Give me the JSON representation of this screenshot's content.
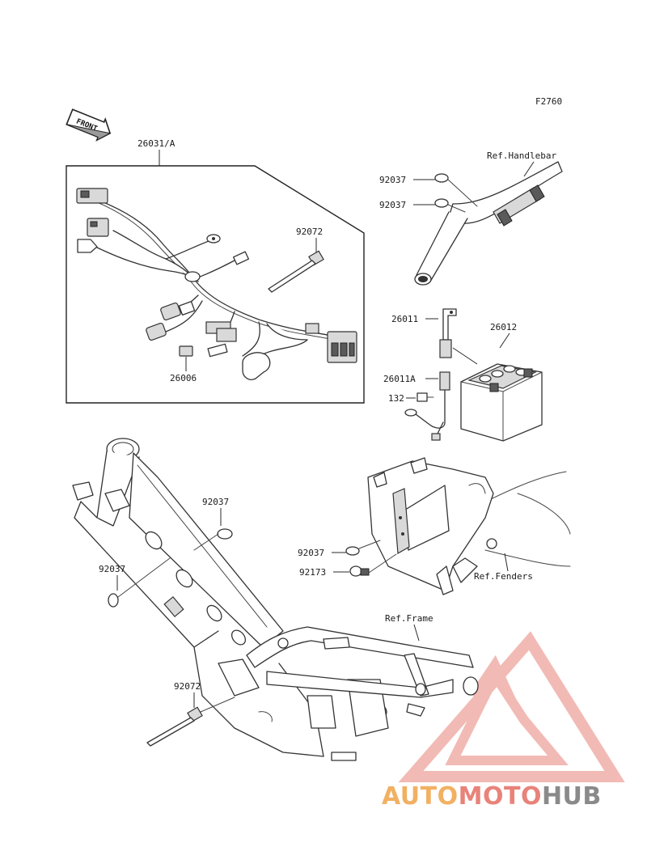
{
  "figure_code": "F2760",
  "front_label": "FRONT",
  "parts": {
    "harness": "26031/A",
    "band_left": "92072",
    "band_bottom": "92072",
    "cap": "26006",
    "clamp_hb_top": "92037",
    "clamp_hb_bottom": "92037",
    "clamp_frame_right": "92037",
    "clamp_frame_left": "92037",
    "clamp_fender": "92037",
    "lead_positive": "26011",
    "lead_negative": "26011A",
    "bolt": "132",
    "battery": "26012",
    "clip_fender": "92173"
  },
  "refs": {
    "handlebar": "Ref.Handlebar",
    "fenders": "Ref.Fenders",
    "frame": "Ref.Frame"
  },
  "watermark": {
    "part1": "AUTO",
    "part2": "MOTO",
    "part3": "HUB",
    "color_orange": "#f2b063",
    "color_red": "#e8837a",
    "color_gray": "#8a8a8a"
  }
}
